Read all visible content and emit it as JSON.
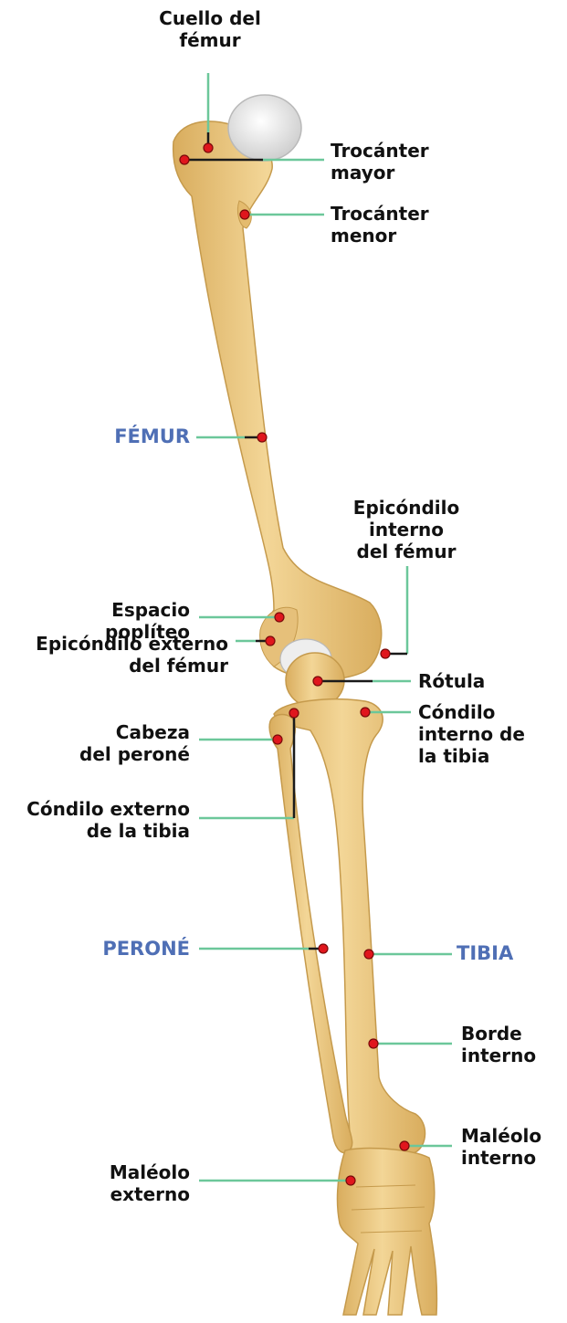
{
  "colors": {
    "bone_name": "#4f6fb5",
    "leader_green": "#6cc79a",
    "leader_black": "#1a1a1a",
    "dot_red": "#e0161d",
    "bone_fill": "#f0cf8a",
    "bone_shade": "#d9ad5e",
    "head_fill": "#eeeeee"
  },
  "labels": {
    "cuello_femur": "Cuello del\nfémur",
    "trocanter_mayor": "Trocánter\nmayor",
    "trocanter_menor": "Trocánter\nmenor",
    "femur": "FÉMUR",
    "epicondilo_interno": "Epicóndilo\ninterno\ndel fémur",
    "espacio_popliteo": "Espacio\npoplíteo",
    "epicondilo_externo": "Epicóndilo externo\ndel fémur",
    "rotula": "Rótula",
    "condilo_interno_tibia": "Cóndilo\ninterno de\nla tibia",
    "cabeza_perone": "Cabeza\ndel peroné",
    "condilo_externo_tibia": "Cóndilo externo\nde la tibia",
    "perone": "PERONÉ",
    "tibia": "TIBIA",
    "borde_interno": "Borde\ninterno",
    "maleolo_interno": "Maléolo\ninterno",
    "maleolo_externo": "Maléolo\nexterno"
  },
  "icons": {
    "bone_illustration": "leg-skeleton-icon",
    "marker": "red-dot-icon"
  }
}
